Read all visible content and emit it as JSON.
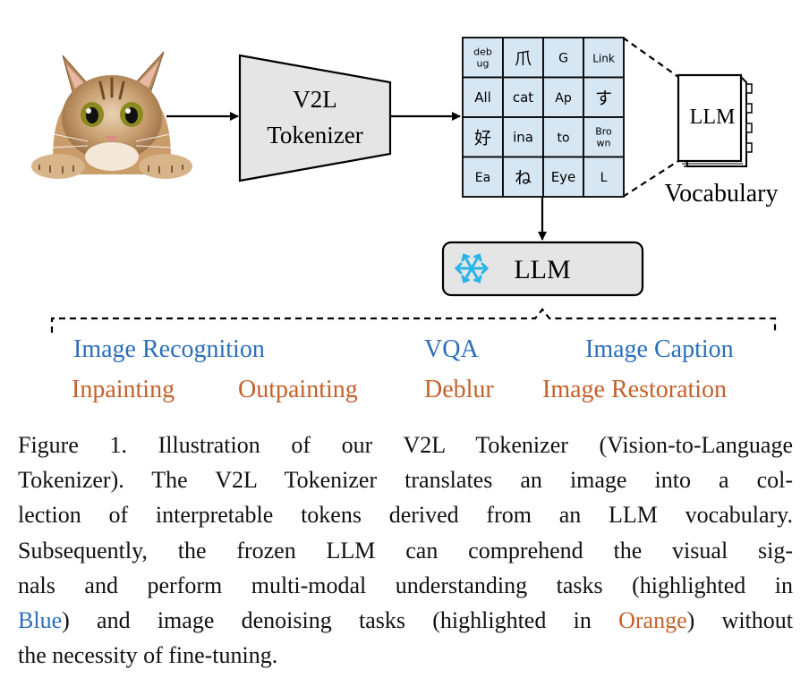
{
  "tokenizer": {
    "line1": "V2L",
    "line2": "Tokenizer"
  },
  "vocab_grid": [
    [
      "deb ug",
      "爪",
      "G",
      "Link"
    ],
    [
      "All",
      "cat",
      "Ap",
      "す"
    ],
    [
      "好",
      "ina",
      "to",
      "Bro wn"
    ],
    [
      "Ea",
      "ね",
      "Eye",
      "L"
    ]
  ],
  "book_label": "LLM",
  "vocabulary_label": "Vocabulary",
  "llm_label": "LLM",
  "tasks": {
    "understanding": [
      "Image Recognition",
      "VQA",
      "Image Caption"
    ],
    "denoising": [
      "Inpainting",
      "Outpainting",
      "Deblur",
      "Image Restoration"
    ]
  },
  "colors": {
    "blue": "#2a6ebb",
    "orange": "#c5602a",
    "grid_fill": "#d6e6f3",
    "box_fill": "#e5e5e5",
    "snowflake": "#29b5e8"
  },
  "caption": {
    "l1": "Figure 1. Illustration of our V2L Tokenizer (Vision-to-Language",
    "l2": "Tokenizer).  The V2L Tokenizer translates an image into a col-",
    "l3": "lection of interpretable tokens derived from an LLM vocabulary.",
    "l4": "Subsequently, the frozen LLM can comprehend the visual sig-",
    "l5": "nals and perform multi-modal understanding tasks (highlighted in",
    "l6_blue": "Blue",
    "l6_rest": ") and image denoising tasks (highlighted in ",
    "l6_orange": "Orange",
    "l6_end": ") without",
    "l7": "the necessity of fine-tuning."
  }
}
